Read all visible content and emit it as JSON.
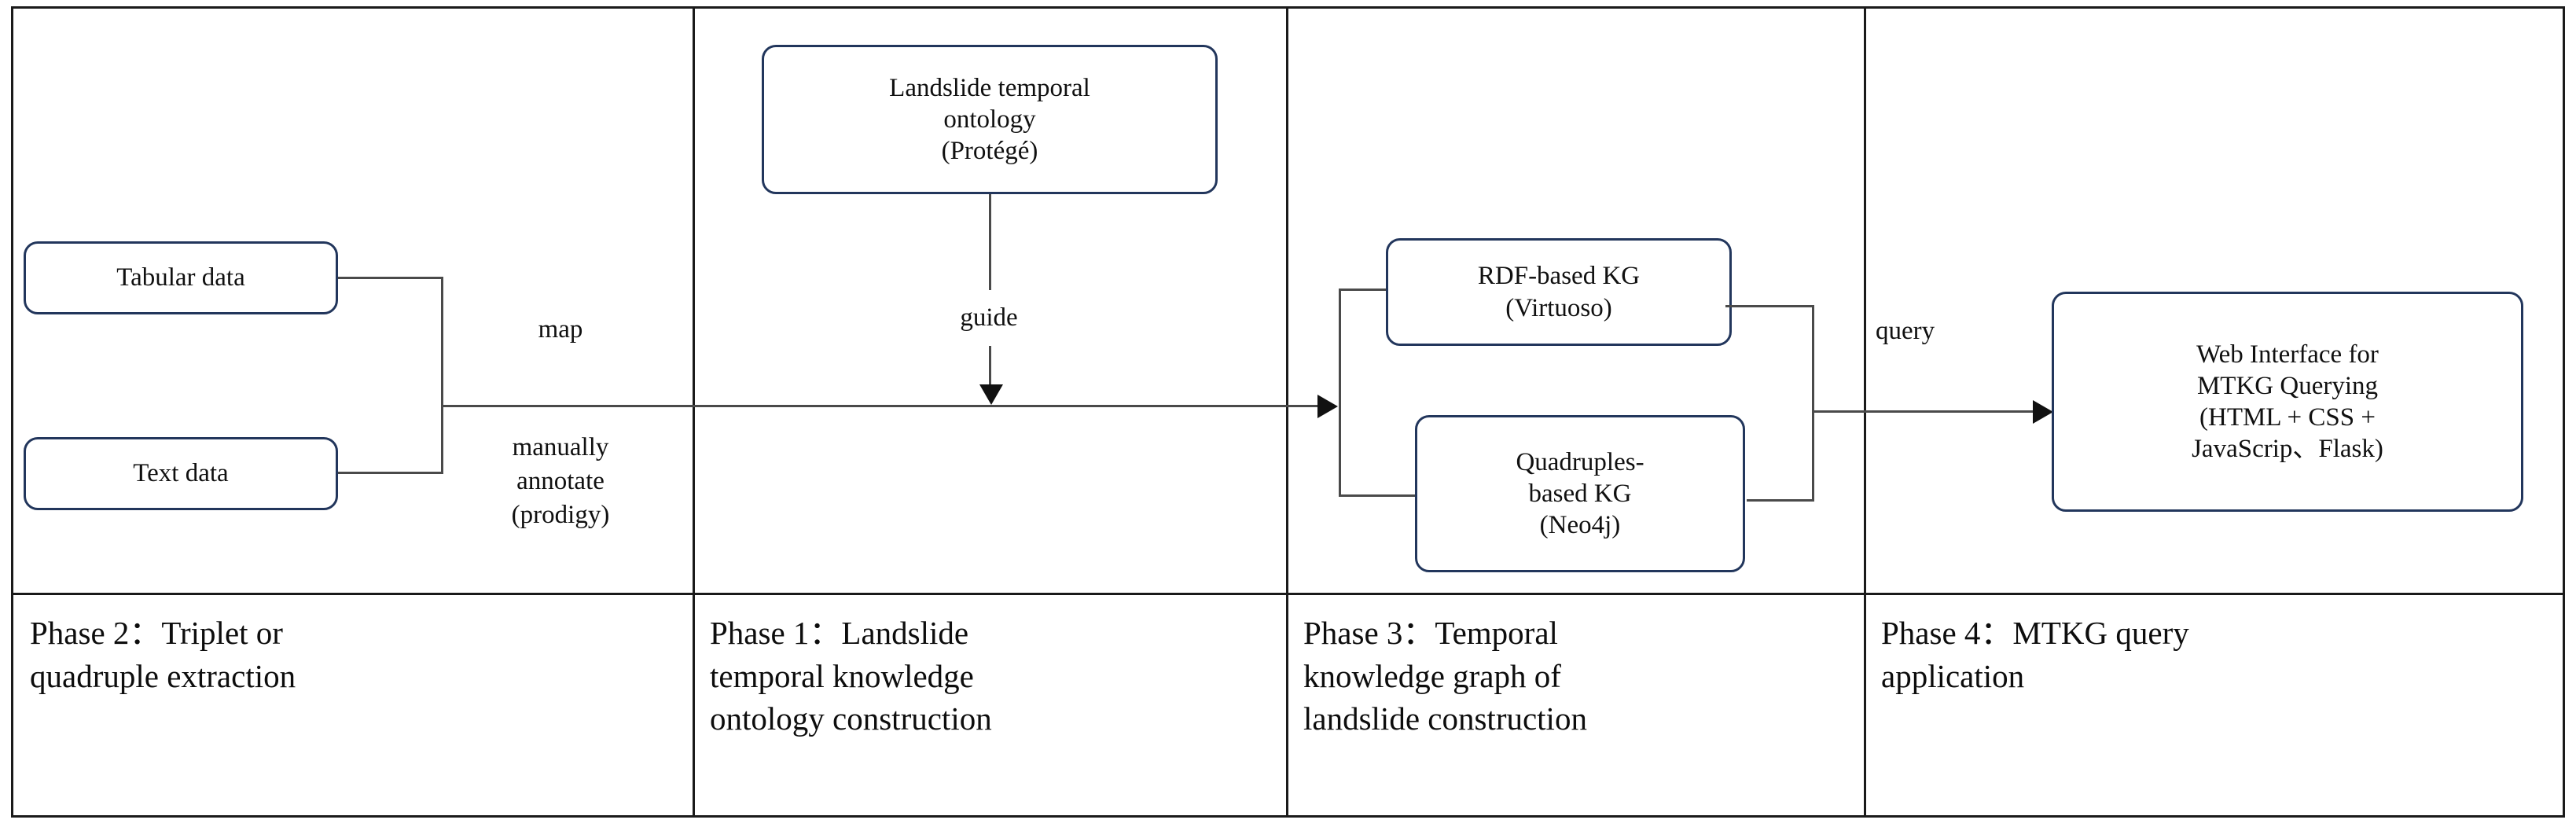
{
  "diagram": {
    "title": "Landslide MTKG construction workflow",
    "accent_color": "#22365c",
    "line_color": "#4a4a4a",
    "frame_color": "#1a1a1a"
  },
  "nodes": {
    "tabular_data": "Tabular data",
    "text_data": "Text data",
    "ontology": "Landslide temporal\nontology\n(Protégé)",
    "rdf_kg": "RDF-based KG\n(Virtuoso)",
    "quad_kg": "Quadruples-\nbased KG\n(Neo4j)",
    "web_interface": "Web Interface for\nMTKG Querying\n(HTML + CSS +\nJavaScrip、Flask)"
  },
  "edge_labels": {
    "map": "map",
    "manually_annotate": "manually\nannotate\n(prodigy)",
    "guide": "guide",
    "query": "query"
  },
  "phases": [
    {
      "id": "phase-2",
      "text": "Phase 2：Triplet or\nquadruple extraction"
    },
    {
      "id": "phase-1",
      "text": "Phase 1：Landslide\ntemporal knowledge\nontology construction"
    },
    {
      "id": "phase-3",
      "text": "Phase 3：Temporal\nknowledge graph of\nlandslide construction"
    },
    {
      "id": "phase-4",
      "text": "Phase 4：MTKG query\napplication"
    }
  ]
}
